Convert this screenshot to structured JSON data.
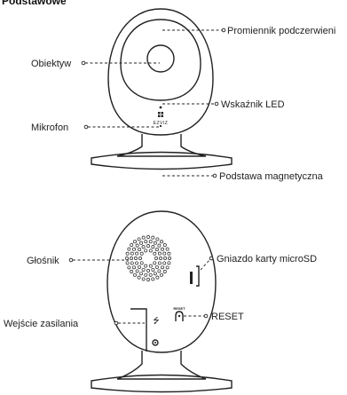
{
  "title": "Podstawowe",
  "front_view": {
    "labels": {
      "ir_emitter": "Promiennik podczerwieni",
      "lens": "Obiektyw",
      "led": "Wskaźnik LED",
      "microphone": "Mikrofon",
      "base": "Podstawa magnetyczna"
    },
    "brand_logo": "EZVIZ"
  },
  "back_view": {
    "labels": {
      "speaker": "Głośnik",
      "sd_slot": "Gniazdo karty microSD",
      "power": "Wejście zasilania",
      "reset": "RESET"
    },
    "reset_engraving": "RESET",
    "usb_symbol": "⭍"
  }
}
